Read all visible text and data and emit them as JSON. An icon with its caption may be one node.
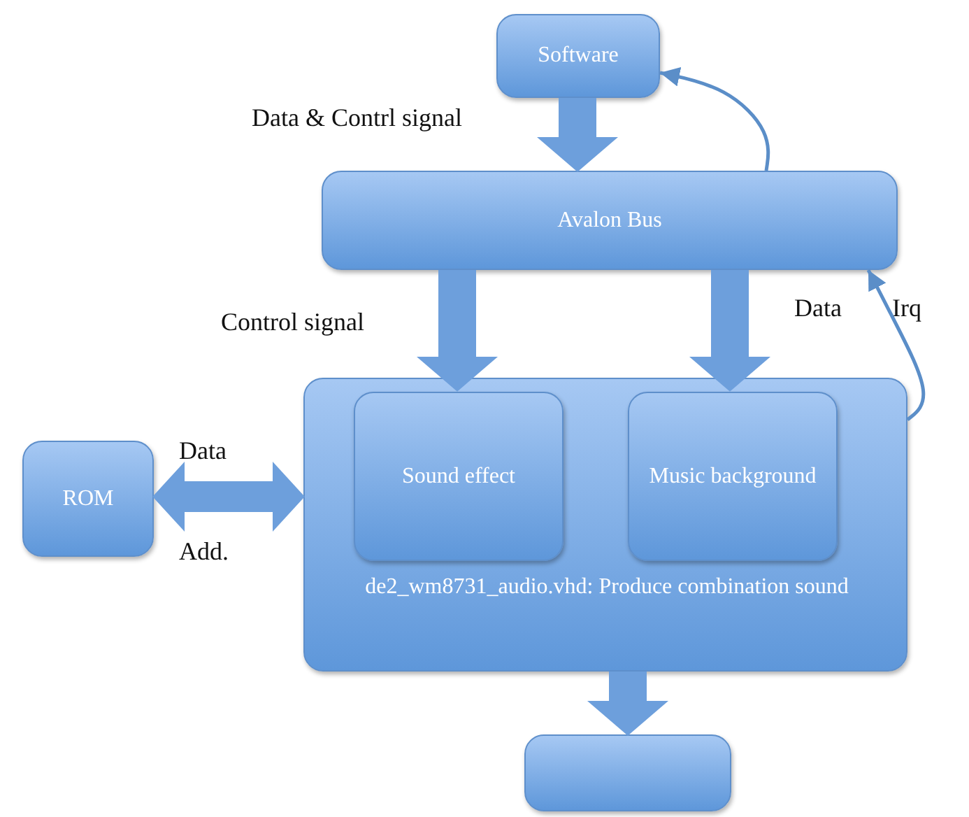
{
  "diagram": {
    "nodes": [
      {
        "text": [
          "Software"
        ]
      },
      {
        "text": [
          "Avalon Bus"
        ]
      },
      {
        "text": [
          "de2_wm8731_audio.vhd: Produce combination sound"
        ]
      },
      {
        "text": [
          "Sound effect"
        ],
        "in": 2
      },
      {
        "text": [
          "Music background"
        ],
        "in": 2
      },
      {
        "text": [
          "ROM"
        ]
      },
      {
        "text": [],
        "shape": "box"
      }
    ],
    "edges": [
      {
        "from": 0,
        "to": 1,
        "arrow": "to",
        "label": "Data & Contrl signal"
      },
      {
        "from": 1,
        "to": 0,
        "arrow": "to"
      },
      {
        "from": 1,
        "to": 3,
        "arrow": "to",
        "label": "Control signal"
      },
      {
        "from": 1,
        "to": 4,
        "arrow": "to",
        "label": "Data"
      },
      {
        "from": 2,
        "to": 1,
        "arrow": "to",
        "label": "Irq"
      },
      {
        "from": 5,
        "to": 2,
        "arrow": "both",
        "label": "Data"
      },
      {
        "from": 2,
        "to": 6,
        "arrow": "to"
      }
    ],
    "labels": [
      "Add."
    ]
  }
}
